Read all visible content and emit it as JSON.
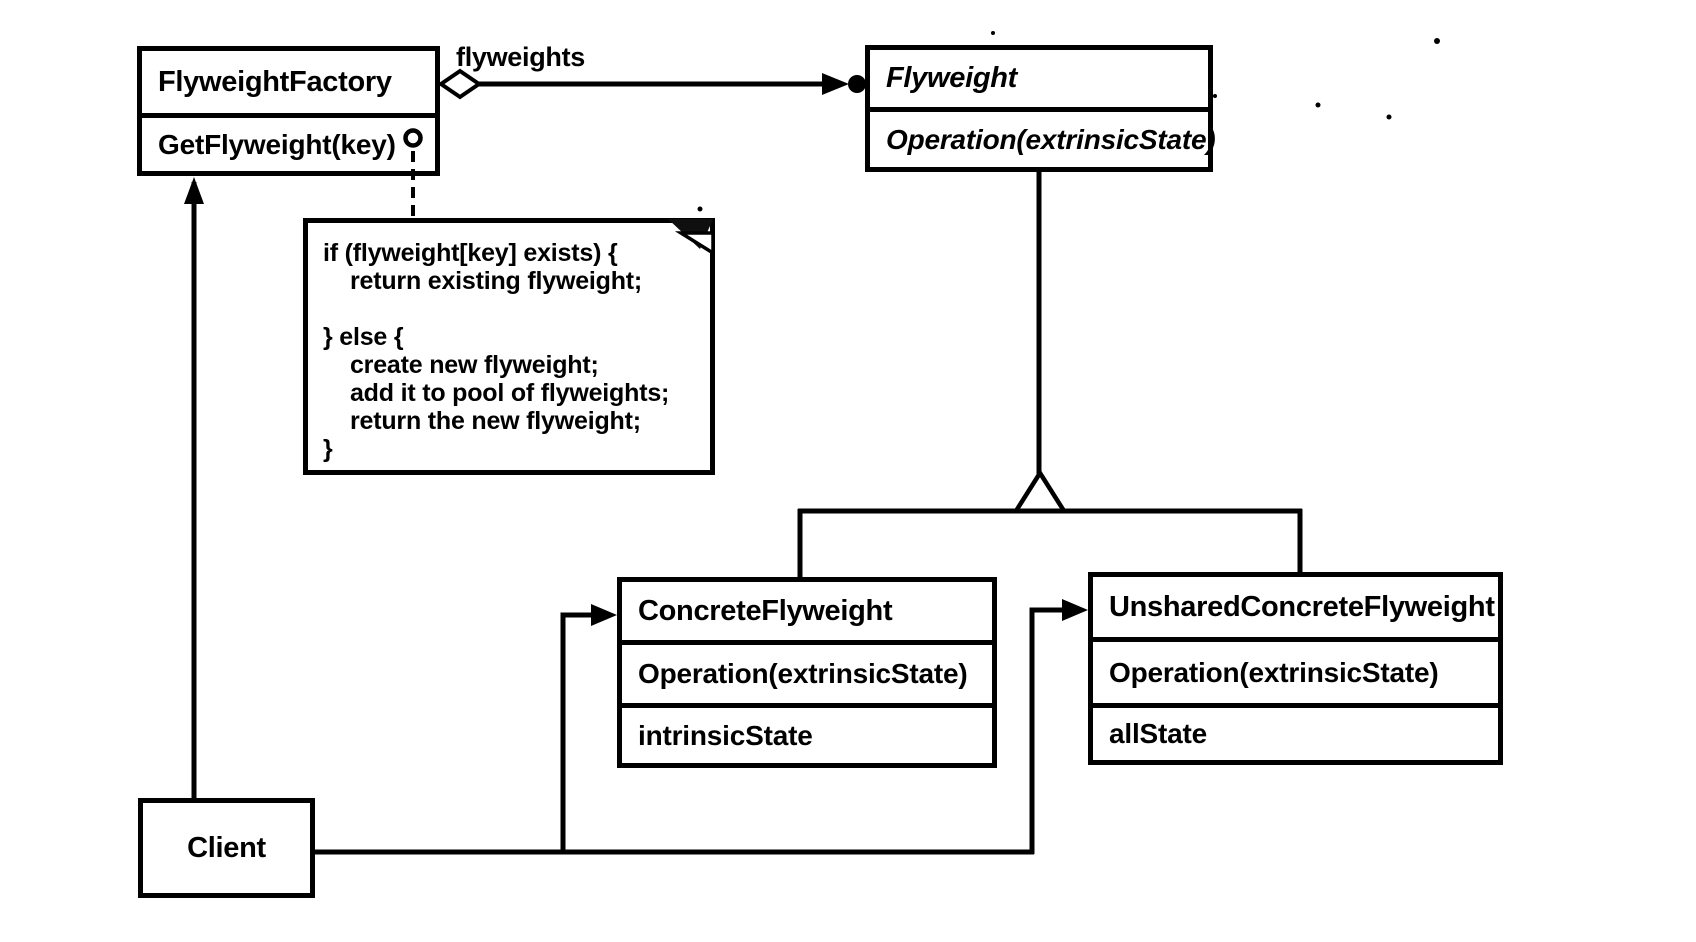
{
  "diagram_type": "uml-class-diagram",
  "colors": {
    "ink": "#000000",
    "paper": "#ffffff"
  },
  "classes": {
    "flyweight_factory": {
      "name": "FlyweightFactory",
      "methods": [
        "GetFlyweight(key)"
      ]
    },
    "flyweight": {
      "name": "Flyweight",
      "abstract": true,
      "methods": [
        "Operation(extrinsicState)"
      ]
    },
    "concrete_flyweight": {
      "name": "ConcreteFlyweight",
      "methods": [
        "Operation(extrinsicState)"
      ],
      "attributes": [
        "intrinsicState"
      ]
    },
    "unshared_concrete_flyweight": {
      "name": "UnsharedConcreteFlyweight",
      "methods": [
        "Operation(extrinsicState)"
      ],
      "attributes": [
        "allState"
      ]
    },
    "client": {
      "name": "Client"
    }
  },
  "relationships": {
    "aggregation_label": "flyweights"
  },
  "note": {
    "lines": [
      "if (flyweight[key] exists) {",
      "    return existing flyweight;",
      "",
      "} else {",
      "    create new flyweight;",
      "    add it to pool of flyweights;",
      "    return the new flyweight;",
      "}"
    ]
  }
}
